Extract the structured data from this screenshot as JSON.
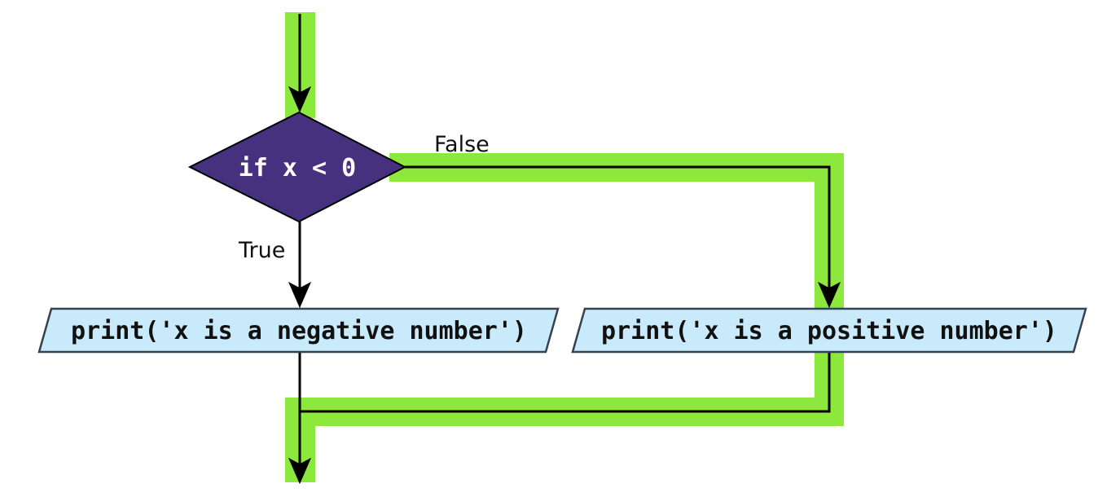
{
  "decision": {
    "label": "if x < 0"
  },
  "branch_labels": {
    "true": "True",
    "false": "False"
  },
  "io_blocks": {
    "negative": {
      "label": "print('x is a negative number')"
    },
    "positive": {
      "label": "print('x is a positive number')"
    }
  },
  "colors": {
    "decision_fill": "#46317E",
    "highlight_green": "#8CE83C",
    "io_fill": "#C9EAFA",
    "io_border": "#36424E",
    "flow_line": "#000000"
  }
}
